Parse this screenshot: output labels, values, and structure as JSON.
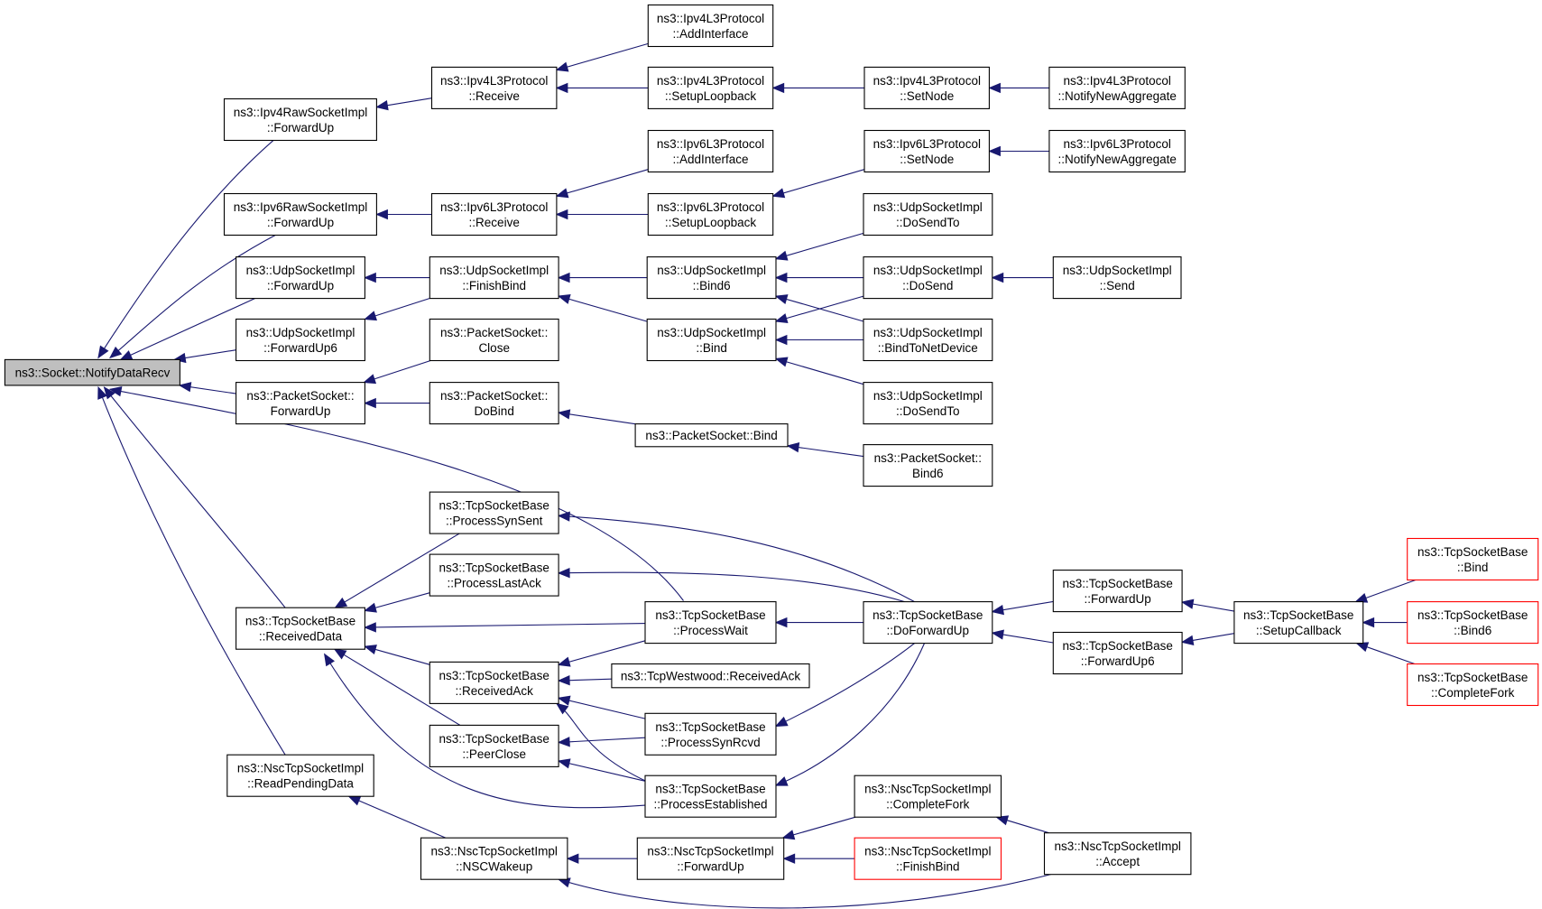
{
  "diagram": {
    "nodes": [
      {
        "id": "root",
        "lines": [
          "ns3::Socket::NotifyDataRecv"
        ],
        "style": "root"
      },
      {
        "id": "ipv4raw",
        "lines": [
          "ns3::Ipv4RawSocketImpl",
          "::ForwardUp"
        ]
      },
      {
        "id": "ipv6raw",
        "lines": [
          "ns3::Ipv6RawSocketImpl",
          "::ForwardUp"
        ]
      },
      {
        "id": "udpfw",
        "lines": [
          "ns3::UdpSocketImpl",
          "::ForwardUp"
        ]
      },
      {
        "id": "udpfw6",
        "lines": [
          "ns3::UdpSocketImpl",
          "::ForwardUp6"
        ]
      },
      {
        "id": "pktfw",
        "lines": [
          "ns3::PacketSocket::",
          "ForwardUp"
        ]
      },
      {
        "id": "tcprecv",
        "lines": [
          "ns3::TcpSocketBase",
          "::ReceivedData"
        ]
      },
      {
        "id": "nscread",
        "lines": [
          "ns3::NscTcpSocketImpl",
          "::ReadPendingData"
        ]
      },
      {
        "id": "ipv4recv",
        "lines": [
          "ns3::Ipv4L3Protocol",
          "::Receive"
        ]
      },
      {
        "id": "ipv6recv",
        "lines": [
          "ns3::Ipv6L3Protocol",
          "::Receive"
        ]
      },
      {
        "id": "udpfinish",
        "lines": [
          "ns3::UdpSocketImpl",
          "::FinishBind"
        ]
      },
      {
        "id": "pktclose",
        "lines": [
          "ns3::PacketSocket::",
          "Close"
        ]
      },
      {
        "id": "pktdobind",
        "lines": [
          "ns3::PacketSocket::",
          "DoBind"
        ]
      },
      {
        "id": "tcpsynsent",
        "lines": [
          "ns3::TcpSocketBase",
          "::ProcessSynSent"
        ]
      },
      {
        "id": "tcplastack",
        "lines": [
          "ns3::TcpSocketBase",
          "::ProcessLastAck"
        ]
      },
      {
        "id": "tcprecvack",
        "lines": [
          "ns3::TcpSocketBase",
          "::ReceivedAck"
        ]
      },
      {
        "id": "tcppeerclose",
        "lines": [
          "ns3::TcpSocketBase",
          "::PeerClose"
        ]
      },
      {
        "id": "nscwakeup",
        "lines": [
          "ns3::NscTcpSocketImpl",
          "::NSCWakeup"
        ]
      },
      {
        "id": "ipv4addif",
        "lines": [
          "ns3::Ipv4L3Protocol",
          "::AddInterface"
        ]
      },
      {
        "id": "ipv4loop",
        "lines": [
          "ns3::Ipv4L3Protocol",
          "::SetupLoopback"
        ]
      },
      {
        "id": "ipv6addif",
        "lines": [
          "ns3::Ipv6L3Protocol",
          "::AddInterface"
        ]
      },
      {
        "id": "ipv6loop",
        "lines": [
          "ns3::Ipv6L3Protocol",
          "::SetupLoopback"
        ]
      },
      {
        "id": "udpbind6",
        "lines": [
          "ns3::UdpSocketImpl",
          "::Bind6"
        ]
      },
      {
        "id": "udpbind",
        "lines": [
          "ns3::UdpSocketImpl",
          "::Bind"
        ]
      },
      {
        "id": "pktbind",
        "lines": [
          "ns3::PacketSocket::Bind"
        ]
      },
      {
        "id": "tcpwait",
        "lines": [
          "ns3::TcpSocketBase",
          "::ProcessWait"
        ]
      },
      {
        "id": "westwood",
        "lines": [
          "ns3::TcpWestwood::ReceivedAck"
        ]
      },
      {
        "id": "tcpsynrcvd",
        "lines": [
          "ns3::TcpSocketBase",
          "::ProcessSynRcvd"
        ]
      },
      {
        "id": "tcpestab",
        "lines": [
          "ns3::TcpSocketBase",
          "::ProcessEstablished"
        ]
      },
      {
        "id": "nscfw",
        "lines": [
          "ns3::NscTcpSocketImpl",
          "::ForwardUp"
        ]
      },
      {
        "id": "ipv4setnode",
        "lines": [
          "ns3::Ipv4L3Protocol",
          "::SetNode"
        ]
      },
      {
        "id": "ipv6setnode",
        "lines": [
          "ns3::Ipv6L3Protocol",
          "::SetNode"
        ]
      },
      {
        "id": "udpdosendto1",
        "lines": [
          "ns3::UdpSocketImpl",
          "::DoSendTo"
        ]
      },
      {
        "id": "udpdosend",
        "lines": [
          "ns3::UdpSocketImpl",
          "::DoSend"
        ]
      },
      {
        "id": "udpbindnet",
        "lines": [
          "ns3::UdpSocketImpl",
          "::BindToNetDevice"
        ]
      },
      {
        "id": "udpdosendto2",
        "lines": [
          "ns3::UdpSocketImpl",
          "::DoSendTo"
        ]
      },
      {
        "id": "pktbind6",
        "lines": [
          "ns3::PacketSocket::",
          "Bind6"
        ]
      },
      {
        "id": "tcpdofw",
        "lines": [
          "ns3::TcpSocketBase",
          "::DoForwardUp"
        ]
      },
      {
        "id": "nsccompfork",
        "lines": [
          "ns3::NscTcpSocketImpl",
          "::CompleteFork"
        ]
      },
      {
        "id": "nscfinish",
        "lines": [
          "ns3::NscTcpSocketImpl",
          "::FinishBind"
        ],
        "style": "red"
      },
      {
        "id": "ipv4notify",
        "lines": [
          "ns3::Ipv4L3Protocol",
          "::NotifyNewAggregate"
        ]
      },
      {
        "id": "ipv6notify",
        "lines": [
          "ns3::Ipv6L3Protocol",
          "::NotifyNewAggregate"
        ]
      },
      {
        "id": "udpsend",
        "lines": [
          "ns3::UdpSocketImpl",
          "::Send"
        ]
      },
      {
        "id": "tcpfw",
        "lines": [
          "ns3::TcpSocketBase",
          "::ForwardUp"
        ]
      },
      {
        "id": "tcpfw6",
        "lines": [
          "ns3::TcpSocketBase",
          "::ForwardUp6"
        ]
      },
      {
        "id": "nscaccept",
        "lines": [
          "ns3::NscTcpSocketImpl",
          "::Accept"
        ]
      },
      {
        "id": "tcpsetcb",
        "lines": [
          "ns3::TcpSocketBase",
          "::SetupCallback"
        ]
      },
      {
        "id": "tcpbind",
        "lines": [
          "ns3::TcpSocketBase",
          "::Bind"
        ],
        "style": "red"
      },
      {
        "id": "tcpbind6",
        "lines": [
          "ns3::TcpSocketBase",
          "::Bind6"
        ],
        "style": "red"
      },
      {
        "id": "tcpcompfork",
        "lines": [
          "ns3::TcpSocketBase",
          "::CompleteFork"
        ],
        "style": "red"
      }
    ],
    "edges": [
      [
        "ipv4raw",
        "root"
      ],
      [
        "ipv6raw",
        "root"
      ],
      [
        "udpfw",
        "root"
      ],
      [
        "udpfw6",
        "root"
      ],
      [
        "pktfw",
        "root"
      ],
      [
        "tcprecv",
        "root"
      ],
      [
        "nscread",
        "root"
      ],
      [
        "tcpwait",
        "root"
      ],
      [
        "ipv4recv",
        "ipv4raw"
      ],
      [
        "ipv6recv",
        "ipv6raw"
      ],
      [
        "udpfinish",
        "udpfw"
      ],
      [
        "udpfinish",
        "udpfw6"
      ],
      [
        "pktclose",
        "pktfw"
      ],
      [
        "pktdobind",
        "pktfw"
      ],
      [
        "ipv4addif",
        "ipv4recv"
      ],
      [
        "ipv4loop",
        "ipv4recv"
      ],
      [
        "ipv6addif",
        "ipv6recv"
      ],
      [
        "ipv6loop",
        "ipv6recv"
      ],
      [
        "ipv4setnode",
        "ipv4loop"
      ],
      [
        "ipv4notify",
        "ipv4setnode"
      ],
      [
        "ipv6setnode",
        "ipv6loop"
      ],
      [
        "ipv6notify",
        "ipv6setnode"
      ],
      [
        "udpbind6",
        "udpfinish"
      ],
      [
        "udpbind",
        "udpfinish"
      ],
      [
        "udpdosendto1",
        "udpbind6"
      ],
      [
        "udpdosend",
        "udpbind6"
      ],
      [
        "udpbindnet",
        "udpbind6"
      ],
      [
        "udpdosend",
        "udpbind"
      ],
      [
        "udpbindnet",
        "udpbind"
      ],
      [
        "udpdosendto2",
        "udpbind"
      ],
      [
        "udpsend",
        "udpdosend"
      ],
      [
        "pktbind",
        "pktdobind"
      ],
      [
        "pktbind6",
        "pktbind"
      ],
      [
        "tcpsynsent",
        "tcprecv"
      ],
      [
        "tcplastack",
        "tcprecv"
      ],
      [
        "tcpwait",
        "tcprecv"
      ],
      [
        "tcprecvack",
        "tcprecv"
      ],
      [
        "tcppeerclose",
        "tcprecv"
      ],
      [
        "tcpestab",
        "tcprecv"
      ],
      [
        "tcpdofw",
        "tcpsynsent"
      ],
      [
        "tcpdofw",
        "tcplastack"
      ],
      [
        "tcpdofw",
        "tcpwait"
      ],
      [
        "tcpwait",
        "tcprecvack"
      ],
      [
        "westwood",
        "tcprecvack"
      ],
      [
        "tcpsynrcvd",
        "tcprecvack"
      ],
      [
        "tcpestab",
        "tcprecvack"
      ],
      [
        "tcpsynrcvd",
        "tcppeerclose"
      ],
      [
        "tcpestab",
        "tcppeerclose"
      ],
      [
        "tcpdofw",
        "tcpsynrcvd"
      ],
      [
        "tcpdofw",
        "tcpestab"
      ],
      [
        "tcpfw",
        "tcpdofw"
      ],
      [
        "tcpfw6",
        "tcpdofw"
      ],
      [
        "tcpsetcb",
        "tcpfw"
      ],
      [
        "tcpsetcb",
        "tcpfw6"
      ],
      [
        "tcpbind",
        "tcpsetcb"
      ],
      [
        "tcpbind6",
        "tcpsetcb"
      ],
      [
        "tcpcompfork",
        "tcpsetcb"
      ],
      [
        "nscwakeup",
        "nscread"
      ],
      [
        "nscfw",
        "nscwakeup"
      ],
      [
        "nsccompfork",
        "nscfw"
      ],
      [
        "nscfinish",
        "nscfw"
      ],
      [
        "nscaccept",
        "nsccompfork"
      ],
      [
        "nscaccept",
        "nscwakeup"
      ]
    ]
  }
}
